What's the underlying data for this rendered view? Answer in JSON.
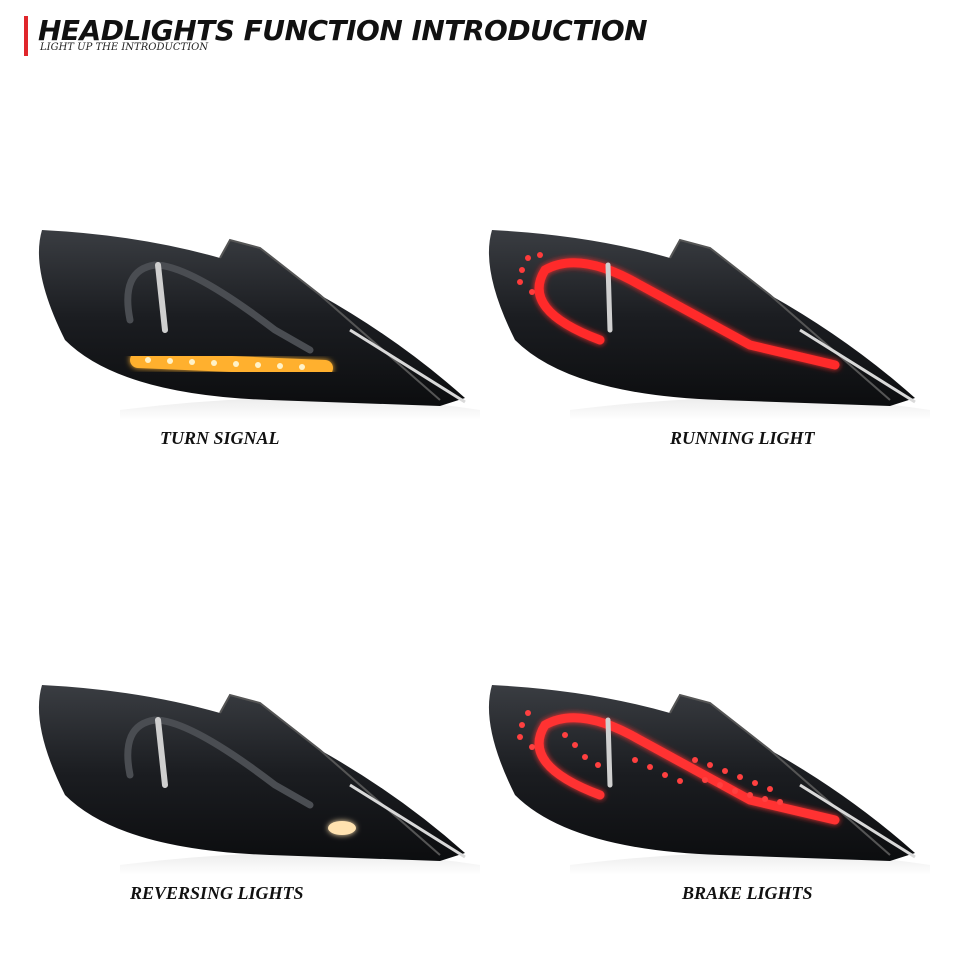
{
  "header": {
    "title": "HEADLIGHTS FUNCTION INTRODUCTION",
    "subtitle": "LIGHT UP THE INTRODUCTION",
    "accent_color": "#e0262b"
  },
  "panels": [
    {
      "caption": "TURN SIGNAL",
      "lit_function": "turn-signal",
      "glow_color": "#ffb02e"
    },
    {
      "caption": "RUNNING LIGHT",
      "lit_function": "running-light",
      "glow_color": "#ff2a2a"
    },
    {
      "caption": "REVERSING LIGHTS",
      "lit_function": "reversing-light",
      "glow_color": "#ffe2b0"
    },
    {
      "caption": "BRAKE LIGHTS",
      "lit_function": "brake-light",
      "glow_color": "#ff3030"
    }
  ]
}
